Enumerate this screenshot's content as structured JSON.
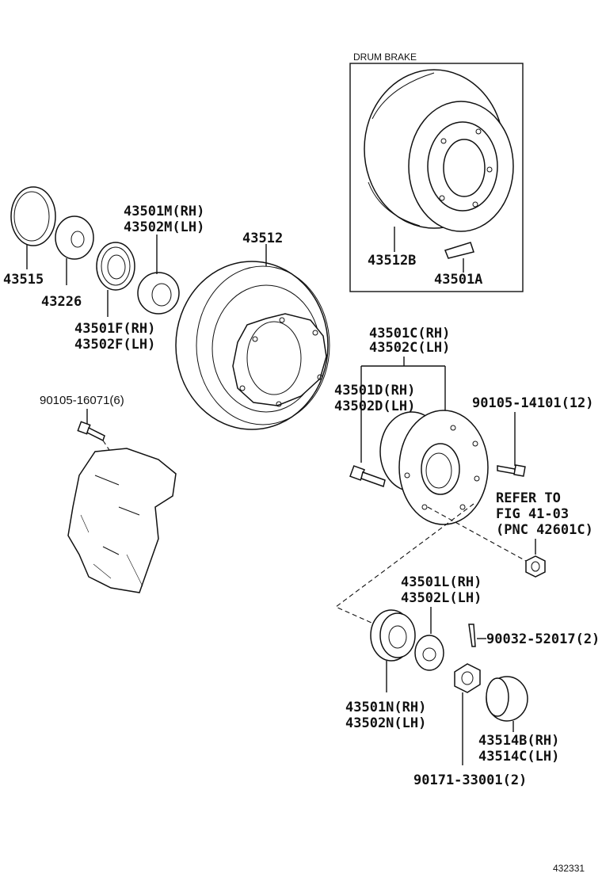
{
  "inset": {
    "title": "DRUM BRAKE"
  },
  "labels": {
    "p43515": "43515",
    "p43226": "43226",
    "p43501m": "43501M(RH)",
    "p43502m": "43502M(LH)",
    "p43501f": "43501F(RH)",
    "p43502f": "43502F(LH)",
    "p43512": "43512",
    "p43512b": "43512B",
    "p43501a": "43501A",
    "p43501c": "43501C(RH)",
    "p43502c": "43502C(LH)",
    "p43501d": "43501D(RH)",
    "p43502d": "43502D(LH)",
    "p9010516071": "90105-16071(6)",
    "p9010514101": "90105-14101(12)",
    "refer1": "REFER TO",
    "refer2": "FIG 41-03",
    "refer3": "(PNC 42601C)",
    "p43501l": "43501L(RH)",
    "p43502l": "43502L(LH)",
    "p9003252017": "90032-52017(2)",
    "p43501n": "43501N(RH)",
    "p43502n": "43502N(LH)",
    "p43514b": "43514B(RH)",
    "p43514c": "43514C(LH)",
    "p9017133001": "90171-33001(2)"
  },
  "figure_id": "432331"
}
